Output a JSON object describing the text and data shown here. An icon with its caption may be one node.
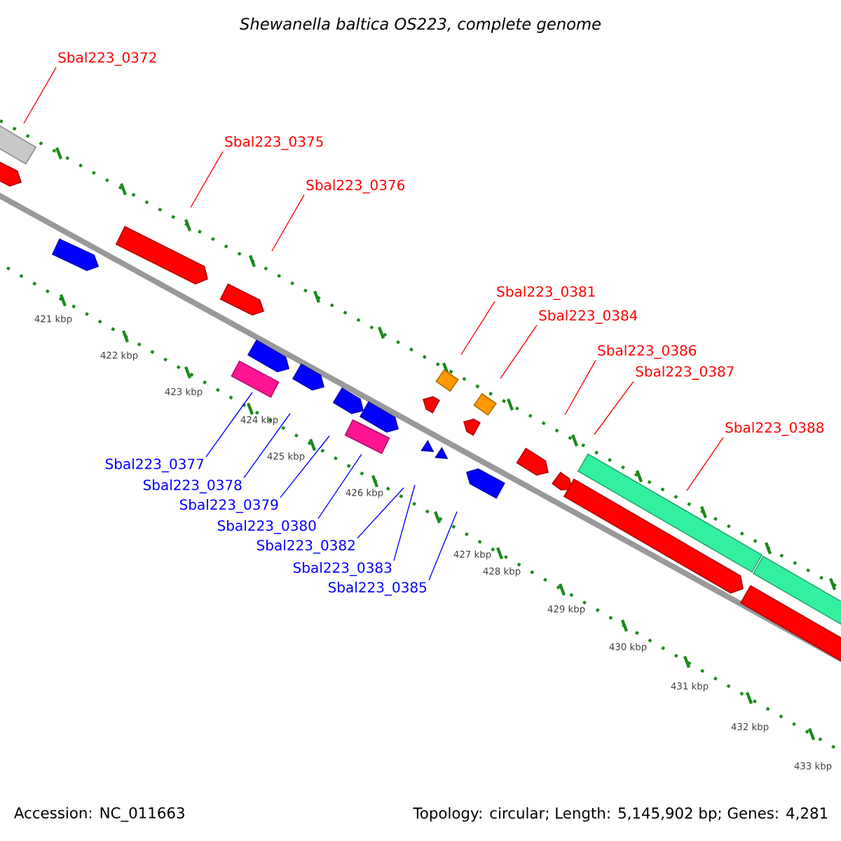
{
  "diagram": {
    "title": "Shewanella baltica OS223, complete genome",
    "nodes": [
      {
        "text": [
          "Sbal223_0372"
        ]
      },
      {
        "text": [
          "Sbal223_0375"
        ]
      },
      {
        "text": [
          "Sbal223_0376"
        ]
      },
      {
        "text": [
          "Sbal223_0381"
        ]
      },
      {
        "text": [
          "Sbal223_0384"
        ]
      },
      {
        "text": [
          "Sbal223_0386"
        ]
      },
      {
        "text": [
          "Sbal223_0387"
        ]
      },
      {
        "text": [
          "Sbal223_0388"
        ]
      },
      {
        "text": [
          "Sbal223_0377"
        ]
      },
      {
        "text": [
          "Sbal223_0378"
        ]
      },
      {
        "text": [
          "Sbal223_0379"
        ]
      },
      {
        "text": [
          "Sbal223_0380"
        ]
      },
      {
        "text": [
          "Sbal223_0382"
        ]
      },
      {
        "text": [
          "Sbal223_0383"
        ]
      },
      {
        "text": [
          "Sbal223_0385"
        ]
      }
    ],
    "edges": [
      {
        "from": 0,
        "to": null,
        "arrow": "none"
      },
      {
        "from": 1,
        "to": null,
        "arrow": "none"
      },
      {
        "from": 2,
        "to": null,
        "arrow": "none"
      },
      {
        "from": 3,
        "to": null,
        "arrow": "none"
      },
      {
        "from": 4,
        "to": null,
        "arrow": "none"
      },
      {
        "from": 5,
        "to": null,
        "arrow": "none"
      },
      {
        "from": 6,
        "to": null,
        "arrow": "none"
      },
      {
        "from": 7,
        "to": null,
        "arrow": "none"
      },
      {
        "from": 8,
        "to": null,
        "arrow": "none",
        "color": "#0000ff"
      },
      {
        "from": 9,
        "to": null,
        "arrow": "none",
        "color": "#0000ff"
      },
      {
        "from": 10,
        "to": null,
        "arrow": "none",
        "color": "#0000ff"
      },
      {
        "from": 11,
        "to": null,
        "arrow": "none",
        "color": "#0000ff"
      },
      {
        "from": 12,
        "to": null,
        "arrow": "none",
        "color": "#0000ff"
      },
      {
        "from": 13,
        "to": null,
        "arrow": "none",
        "color": "#0000ff"
      },
      {
        "from": 14,
        "to": null,
        "arrow": "none",
        "color": "#0000ff"
      }
    ],
    "labels": [
      "421 kbp",
      "422 kbp",
      "423 kbp",
      "424 kbp",
      "425 kbp",
      "426 kbp",
      "427 kbp",
      "428 kbp",
      "429 kbp",
      "430 kbp",
      "431 kbp",
      "432 kbp",
      "433 kbp",
      "Accession: NC_011663",
      "Topology: circular; Length: 5,145,902 bp; Genes: 4,281"
    ]
  }
}
